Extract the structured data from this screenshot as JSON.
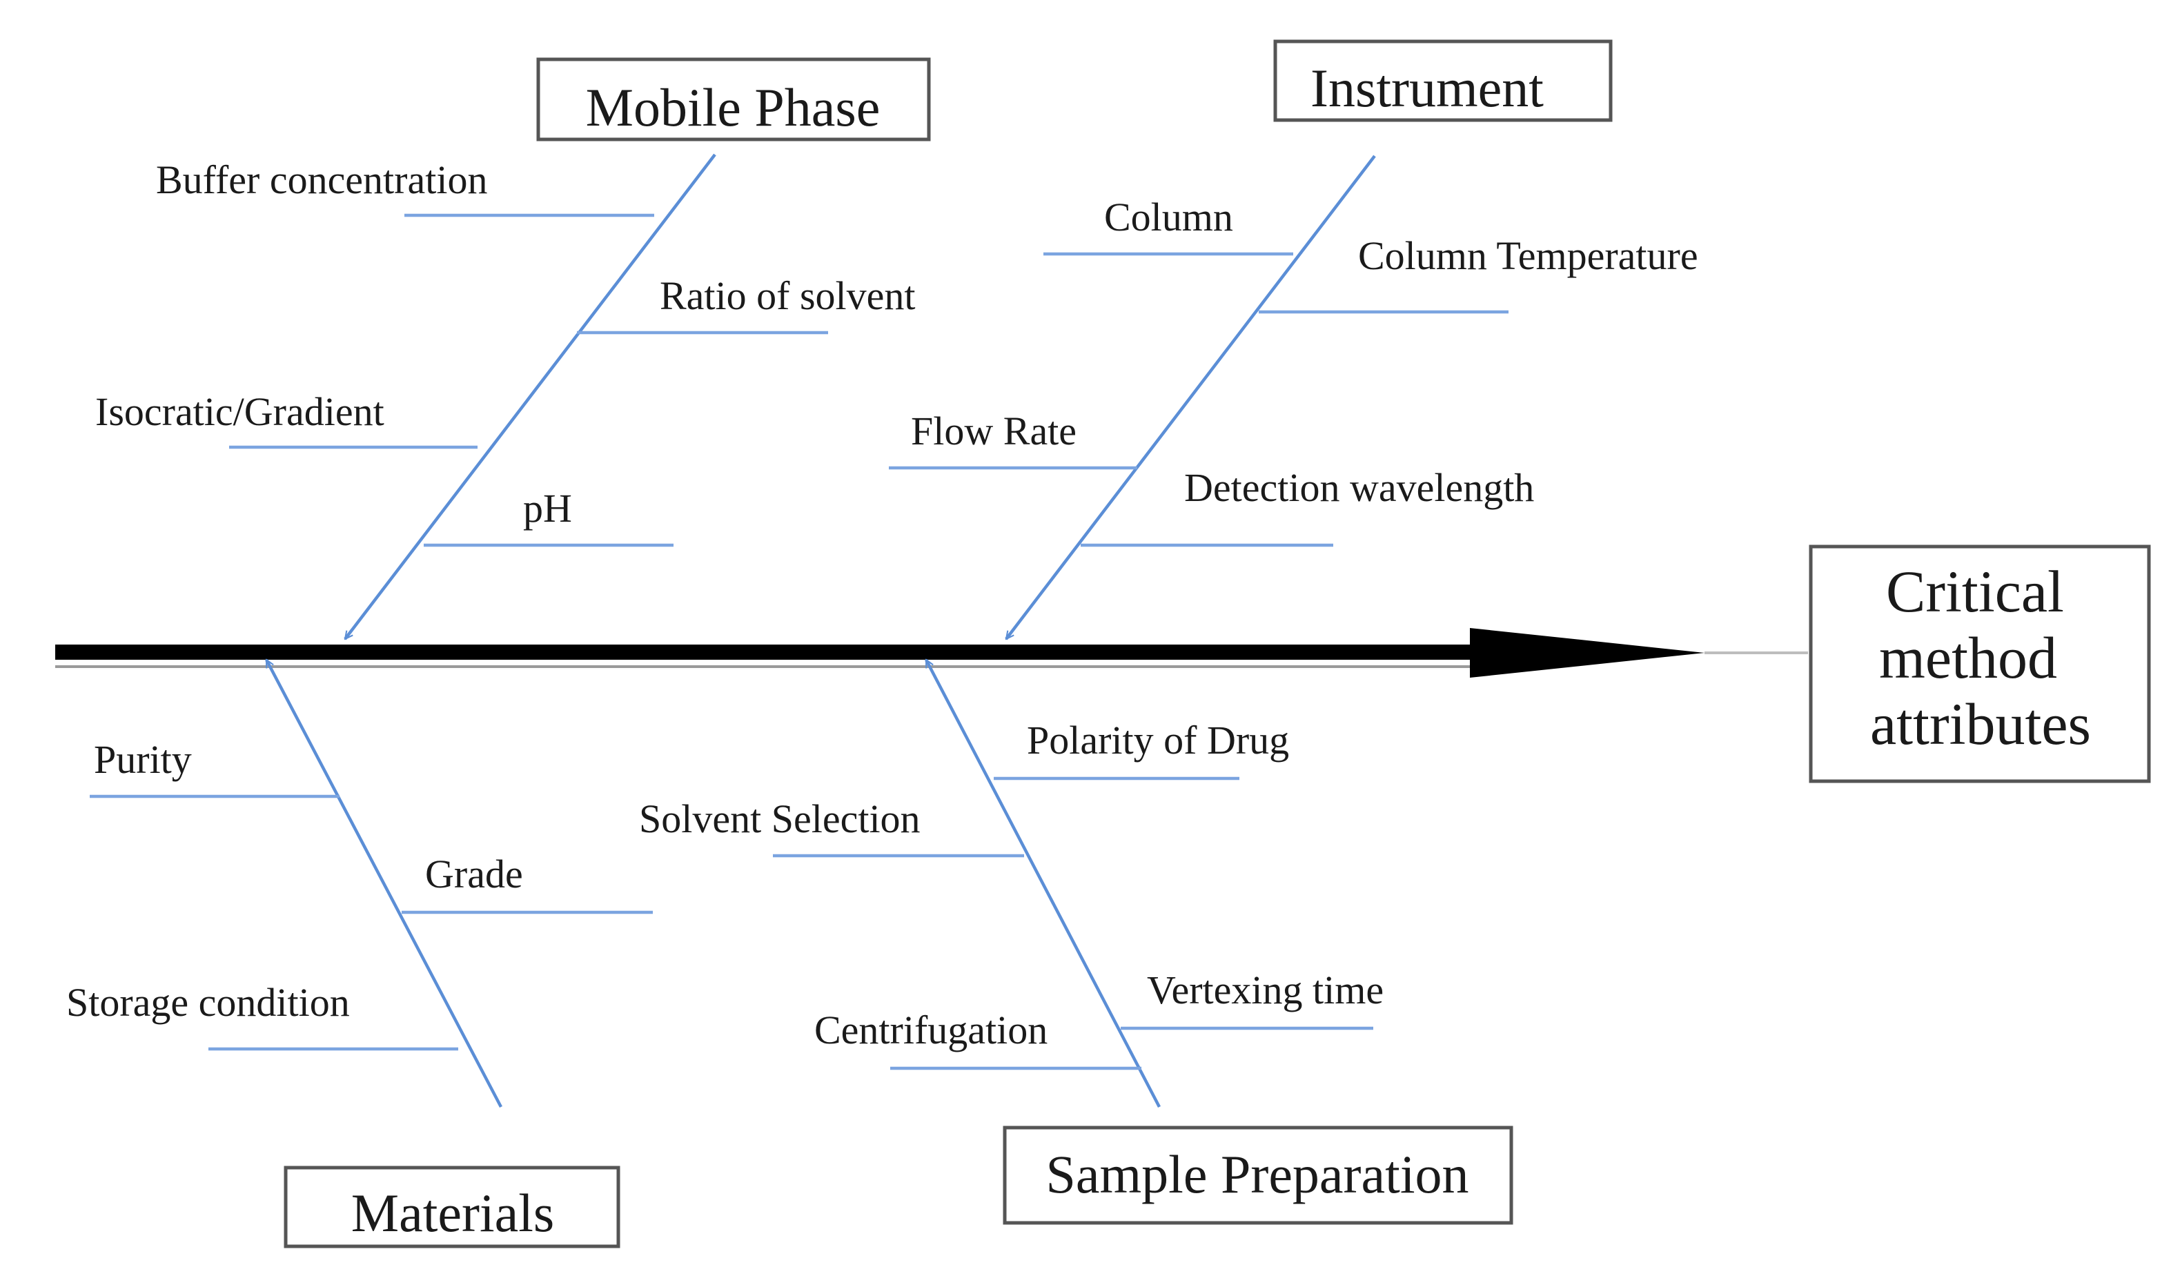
{
  "effect": {
    "line1": "Critical",
    "line2": "method",
    "line3": "attributes"
  },
  "categories": {
    "mobile_phase": {
      "label": "Mobile Phase",
      "causes": [
        "Buffer concentration",
        "Ratio of solvent",
        "Isocratic/Gradient",
        "pH"
      ]
    },
    "instrument": {
      "label": "Instrument",
      "causes": [
        "Column",
        "Column Temperature",
        "Flow Rate",
        "Detection wavelength"
      ]
    },
    "materials": {
      "label": "Materials",
      "causes": [
        "Purity",
        "Grade",
        "Storage condition"
      ]
    },
    "sample_preparation": {
      "label": "Sample Preparation",
      "causes": [
        "Polarity of Drug",
        "Solvent Selection",
        "Vertexing time",
        "Centrifugation"
      ]
    }
  },
  "colors": {
    "spine": "#000000",
    "bones": "#5b8ed6",
    "box_border": "#555555",
    "text": "#1a1a1a"
  }
}
